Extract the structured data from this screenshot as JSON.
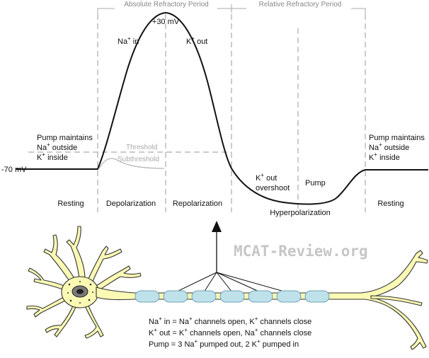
{
  "periods": {
    "absolute": "Absolute Refractory Period",
    "relative": "Relative Refractory Period"
  },
  "labels": {
    "peak": "+30 mV",
    "rest_mv": "-70 mV",
    "na_in": "Na",
    "na_in_suffix": " in",
    "k_out": "K",
    "k_out_suffix": " out",
    "threshold": "Threshold",
    "subthreshold": "Subthreshold",
    "k_out_overshoot_1_base": "K",
    "k_out_overshoot_1_suffix": " out",
    "k_out_overshoot_2": "overshoot",
    "pump": "Pump",
    "plus": "+"
  },
  "pump_maintains_left": {
    "line1": "Pump maintains",
    "line2_base": "Na",
    "line2_suffix": " outside",
    "line3_base": "K",
    "line3_suffix": " inside"
  },
  "pump_maintains_right": {
    "line1": "Pump maintains",
    "line2_base": "Na",
    "line2_suffix": " outside",
    "line3_base": "K",
    "line3_suffix": " inside"
  },
  "phases": {
    "resting_left": "Resting",
    "depolarization": "Depolarization",
    "repolarization": "Repolarization",
    "hyperpolarization": "Hyperpolarization",
    "resting_right": "Resting"
  },
  "watermark": "MCAT-Review.org",
  "legend": {
    "l1_a": "Na",
    "l1_b": " in = Na",
    "l1_c": " channels open, K",
    "l1_d": " channels close",
    "l2_a": "K",
    "l2_b": " out = K",
    "l2_c": " channels open, Na",
    "l2_d": " channels close",
    "l3_a": "Pump = 3 Na",
    "l3_b": " pumped out, 2 K",
    "l3_c": " pumped in"
  },
  "colors": {
    "neuron_fill": "#fafab4",
    "node_fill": "#bfe1ea",
    "node_stroke": "#6fa4b8",
    "dashed": "#999999"
  }
}
